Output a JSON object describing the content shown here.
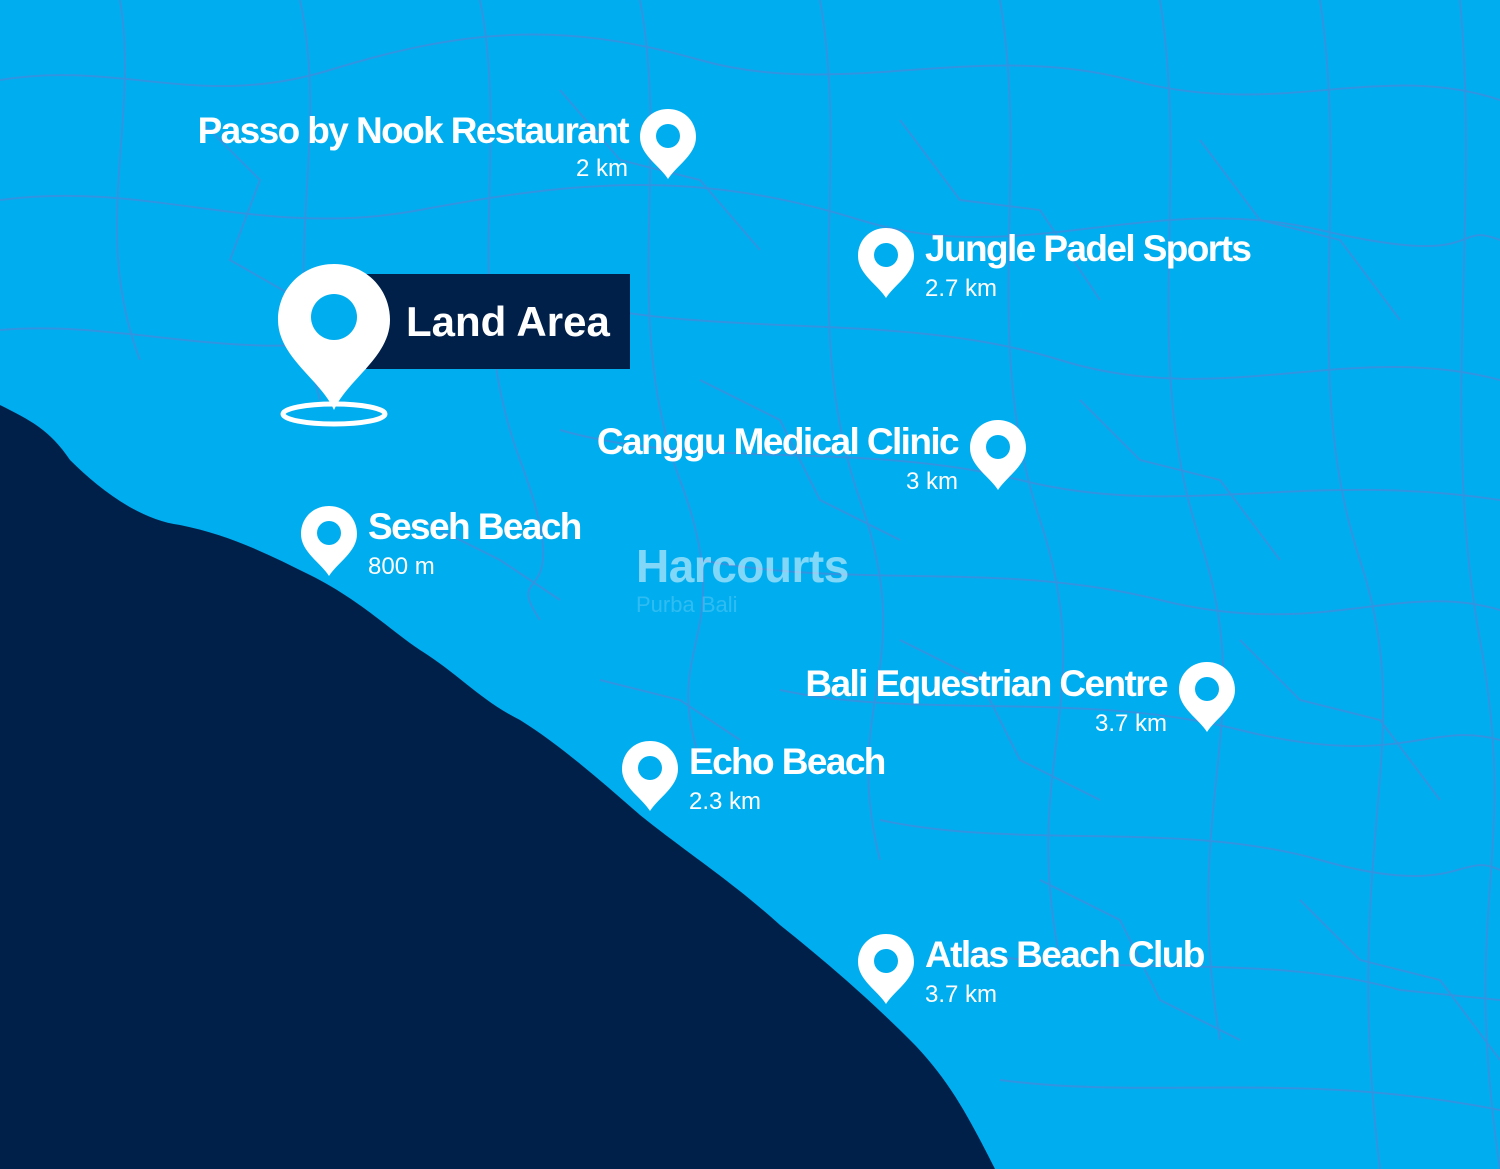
{
  "map": {
    "colors": {
      "water": "#00aeef",
      "land": "#00204a",
      "roads": "#5b7fd6",
      "text": "#ffffff"
    }
  },
  "main_location": {
    "label": "Land Area",
    "icon": "map-pin-icon"
  },
  "watermark": {
    "brand": "Harcourts",
    "subtitle": "Purba Bali"
  },
  "pois": [
    {
      "name": "Passo by Nook Restaurant",
      "distance": "2 km",
      "icon": "map-pin-icon"
    },
    {
      "name": "Jungle Padel Sports",
      "distance": "2.7 km",
      "icon": "map-pin-icon"
    },
    {
      "name": "Canggu Medical Clinic",
      "distance": "3 km",
      "icon": "map-pin-icon"
    },
    {
      "name": "Seseh Beach",
      "distance": "800 m",
      "icon": "map-pin-icon"
    },
    {
      "name": "Bali Equestrian Centre",
      "distance": "3.7 km",
      "icon": "map-pin-icon"
    },
    {
      "name": "Echo Beach",
      "distance": "2.3 km",
      "icon": "map-pin-icon"
    },
    {
      "name": "Atlas Beach Club",
      "distance": "3.7 km",
      "icon": "map-pin-icon"
    }
  ]
}
